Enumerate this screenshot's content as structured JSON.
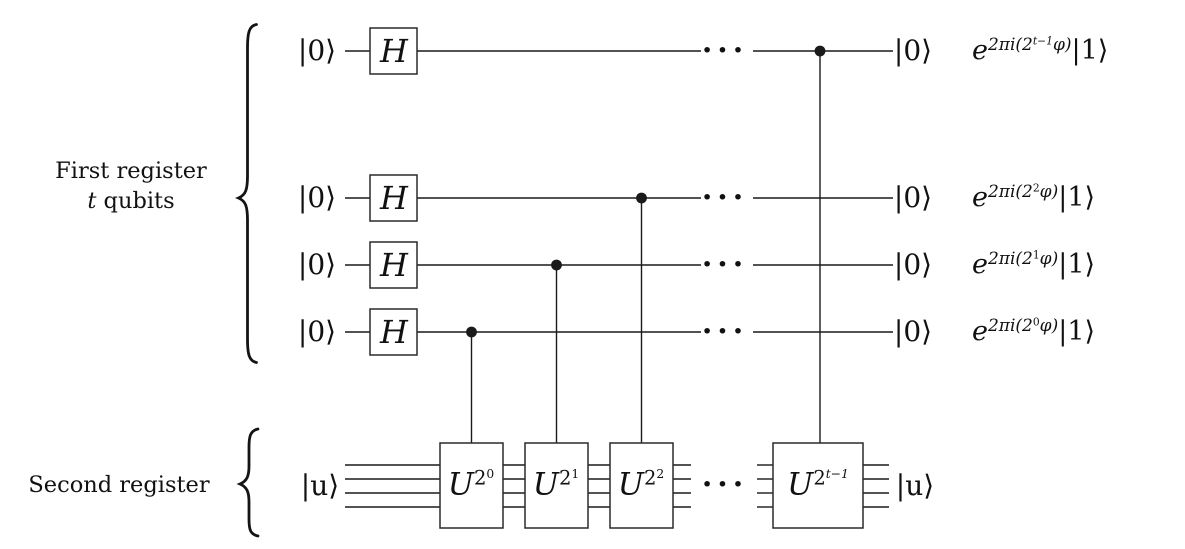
{
  "first_register": {
    "label_line1": "First register",
    "label_var": "t",
    "label_rest": " qubits",
    "ellipsis": "···",
    "rows": [
      {
        "input_ket": "|0⟩",
        "gate": "H",
        "output_ket": "|0⟩",
        "phase": {
          "base": "e",
          "exp_pre": "2πi(2",
          "exp_power": "t−1",
          "exp_post": "φ)",
          "ket": "|1⟩"
        }
      },
      {
        "input_ket": "|0⟩",
        "gate": "H",
        "output_ket": "|0⟩",
        "phase": {
          "base": "e",
          "exp_pre": "2πi(2",
          "exp_power": "2",
          "exp_post": "φ)",
          "ket": "|1⟩"
        }
      },
      {
        "input_ket": "|0⟩",
        "gate": "H",
        "output_ket": "|0⟩",
        "phase": {
          "base": "e",
          "exp_pre": "2πi(2",
          "exp_power": "1",
          "exp_post": "φ)",
          "ket": "|1⟩"
        }
      },
      {
        "input_ket": "|0⟩",
        "gate": "H",
        "output_ket": "|0⟩",
        "phase": {
          "base": "e",
          "exp_pre": "2πi(2",
          "exp_power": "0",
          "exp_post": "φ)",
          "ket": "|1⟩"
        }
      }
    ]
  },
  "second_register": {
    "label": "Second register",
    "input_ket": "|u⟩",
    "output_ket": "|u⟩",
    "ellipsis": "···",
    "gates": [
      {
        "base": "U",
        "exp_base": "2",
        "exp_power": "0"
      },
      {
        "base": "U",
        "exp_base": "2",
        "exp_power": "1"
      },
      {
        "base": "U",
        "exp_base": "2",
        "exp_power": "2"
      },
      {
        "base": "U",
        "exp_base": "2",
        "exp_power": "t−1"
      }
    ]
  },
  "line_color": "#1a1a1a"
}
